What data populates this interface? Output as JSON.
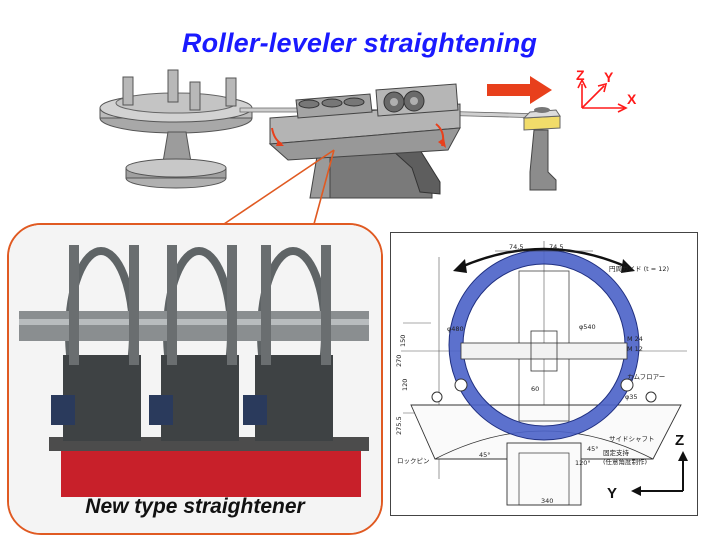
{
  "title": "Roller-leveler straightening",
  "process_axes": {
    "z": "Z",
    "y": "Y",
    "x": "X"
  },
  "photo": {
    "caption": "New type straightener"
  },
  "drawing": {
    "axis_z": "Z",
    "axis_y": "Y",
    "dim_left": "74.5",
    "dim_right": "74.5",
    "guide_label": "円周ガイド (t = 12)",
    "support_label": "固定支持",
    "angle_label": "(任意角度制作)",
    "cam_label": "カムフロアー",
    "shaft_label": "サイドシャフト",
    "pin_label": "ロックピン",
    "dim_phi35": "φ35",
    "dim_340": "340",
    "dim_120": "120°",
    "dim_45a": "45°",
    "dim_45b": "45°",
    "dim_60": "60",
    "dim_150": "150",
    "dim_270": "270",
    "dim_120v": "120",
    "dim_275": "275.5",
    "dim_phi480": "φ480",
    "dim_phi540": "φ540",
    "dim_m24": "M 24",
    "dim_m12": "M 12"
  },
  "colors": {
    "title": "#1a1aff",
    "arrow": "#e8401c",
    "axes": "#ff1a1a",
    "frame": "#e05a22",
    "ring": "#4a62c8"
  }
}
